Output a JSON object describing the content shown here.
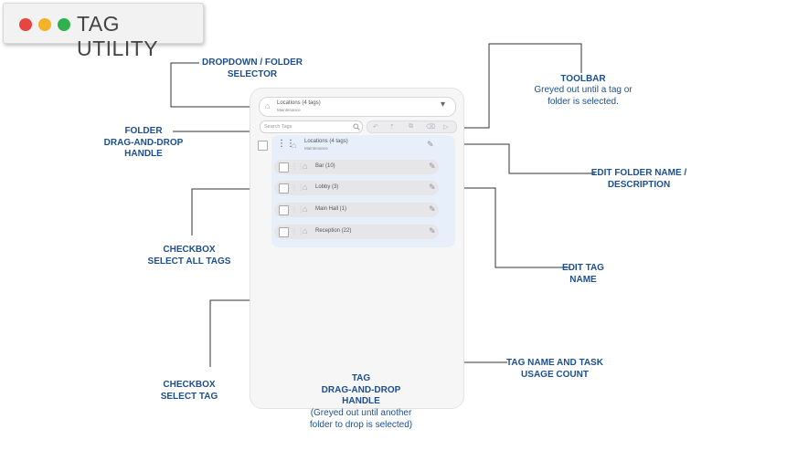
{
  "app": {
    "title": "TAG UTILITY",
    "window_controls": [
      "#e94540",
      "#f5b228",
      "#2fb24d"
    ]
  },
  "ui": {
    "dropdown": {
      "title": "Locations (4 tags)",
      "subtitle": "Maintenance",
      "icon": "tag-icon",
      "arrow": "chevron-down-icon"
    },
    "search": {
      "placeholder": "Search Tags",
      "icon": "search-icon"
    },
    "toolbar_icons": [
      "undo-icon",
      "share-icon",
      "copy-icon",
      "delete-icon",
      "move-icon"
    ],
    "folder": {
      "title": "Locations (4 tags)",
      "subtitle": "Maintenance"
    },
    "tags": [
      {
        "label": "Bar (10)"
      },
      {
        "label": "Lobby (3)"
      },
      {
        "label": "Main Hall (1)"
      },
      {
        "label": "Reception (22)"
      }
    ]
  },
  "annotations": {
    "dropdown": [
      "DROPDOWN / FOLDER",
      "SELECTOR"
    ],
    "folder_handle": [
      "FOLDER",
      "DRAG-AND-DROP",
      "HANDLE"
    ],
    "checkbox_all": [
      "CHECKBOX",
      "SELECT ALL TAGS"
    ],
    "checkbox_tag": [
      "CHECKBOX",
      "SELECT TAG"
    ],
    "tag_handle": [
      "TAG",
      "DRAG-AND-DROP",
      "HANDLE"
    ],
    "tag_handle_note": [
      "(Greyed out until another",
      "folder to drop is selected)"
    ],
    "toolbar": [
      "TOOLBAR"
    ],
    "toolbar_note": [
      "Greyed out until a tag or",
      "folder is selected."
    ],
    "edit_folder": [
      "EDIT FOLDER NAME /",
      "DESCRIPTION"
    ],
    "edit_tag": [
      "EDIT TAG",
      "NAME"
    ],
    "tag_name_count": [
      "TAG NAME AND  TASK",
      "USAGE COUNT"
    ]
  },
  "colors": {
    "annotation": "#1d4f8c",
    "folder_highlight": "#e7f0fa",
    "row": "#e6e6e8"
  }
}
